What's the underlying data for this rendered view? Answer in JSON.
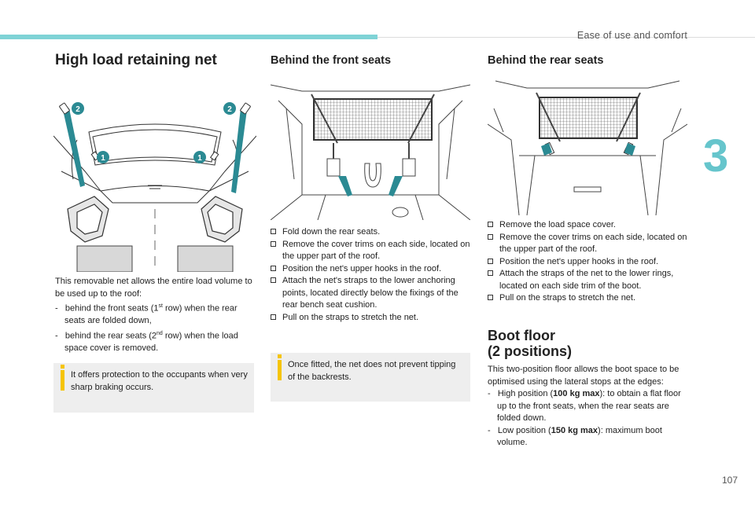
{
  "header": {
    "section": "Ease of use and comfort",
    "chapter": "3",
    "page": "107"
  },
  "col1": {
    "title": "High load retaining net",
    "callouts": [
      "1",
      "1",
      "2",
      "2"
    ],
    "intro": "This removable net allows the entire load volume to be used up to the roof:",
    "items": [
      {
        "pre": "behind the front seats (1",
        "sup": "st",
        "post": " row) when the rear seats are folded down,"
      },
      {
        "pre": "behind the rear seats (2",
        "sup": "nd",
        "post": " row) when the load space cover is removed."
      }
    ],
    "note": "It offers protection to the occupants when very sharp braking occurs."
  },
  "col2": {
    "title": "Behind the front seats",
    "steps": [
      "Fold down the rear seats.",
      "Remove the cover trims on each side, located on the upper part of the roof.",
      "Position the net's upper hooks in the roof.",
      "Attach the net's straps to the lower anchoring points, located directly below the fixings of the rear bench seat cushion.",
      "Pull on the straps to stretch the net."
    ],
    "note": "Once fitted, the net does not prevent tipping of the backrests."
  },
  "col3": {
    "title": "Behind the rear seats",
    "steps": [
      "Remove the load space cover.",
      "Remove the cover trims on each side, located on the upper part of the roof.",
      "Position the net's upper hooks in the roof.",
      "Attach the straps of the net to the lower rings, located on each side trim of the boot.",
      "Pull on the straps to stretch the net."
    ],
    "boot_title_line1": "Boot floor",
    "boot_title_line2": "(2 positions)",
    "boot_intro": "This two-position floor allows the boot space to be optimised using the lateral stops at the edges:",
    "boot_items": [
      {
        "pre": "High position (",
        "bold": "100 kg max",
        "post": "): to obtain a flat floor up to the front seats, when the rear seats are folded down."
      },
      {
        "pre": "Low position (",
        "bold": "150 kg max",
        "post": "): maximum boot volume."
      }
    ]
  },
  "colors": {
    "accent": "#7fd3d6",
    "chapter": "#66c5cc",
    "callout": "#2b8a93",
    "note_bg": "#eeeeee",
    "note_icon": "#f5c400"
  }
}
